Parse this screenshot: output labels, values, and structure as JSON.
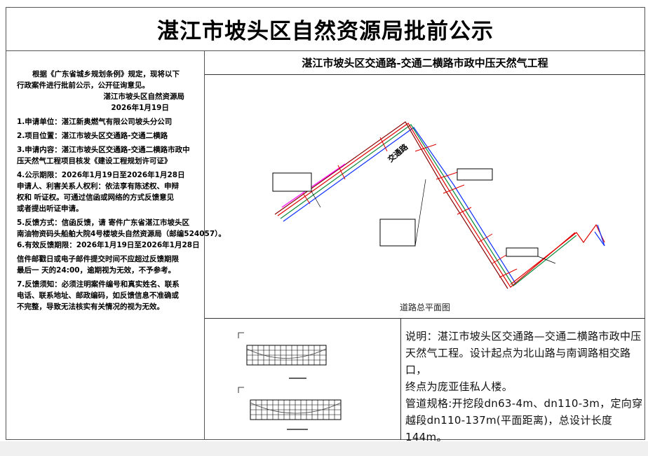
{
  "title": "湛江市坡头区自然资源局批前公示",
  "notice": {
    "intro_1": "根据《广东省城乡规划条例》规定，现将以下",
    "intro_2": "行政案件进行批前公示，公开征询意见。",
    "issuer": "湛江市坡头区自然资源局",
    "date": "2026年1月19日",
    "item1": "1.申请单位：湛江新奥燃气有限公司坡头分公司",
    "item2": "2.项目位置：湛江市坡头区交通路-交通二横路",
    "item3_1": "3.申请内容：湛江市坡头区交通路-交通二横路市政中",
    "item3_2": "压天然气工程项目核发《建设工程规划许可证》",
    "item4_1": "4.公示期限：2026年1月19日至2026年1月28日",
    "item4_2": "申请人、利害关系人权利：依法享有陈述权、申辩",
    "item4_3": "权和 听证权。可通过信函或网络的方式反馈意见",
    "item4_4": "或者提出听证申请。",
    "item5_1": "5.反馈方式：信函反馈，请 寄件广东省湛江市坡头区",
    "item5_2": "南油物资码头船舶大院4号楼坡头自然资源局（邮编524057）。",
    "item6_1": "6.有效反馈期限：2026年1月19日至2026年1月28日",
    "item6_2": "信件邮戳日或电子邮件提交时间不应超过反馈期限",
    "item6_3": "最后一 天的24:00，逾期视为无效，不予参考。",
    "item7_1": "7.反馈须知：必须注明案件编号和真实姓名、联系",
    "item7_2": "电话、联系地址、邮政编码，如反馈信息不准确或",
    "item7_3": "不完整，导致无法核实有关情况的视为无效。"
  },
  "plan": {
    "title": "湛江市坡头区交通路-交通二横路市政中压天然气工程",
    "road_label": "交通路",
    "caption": "道路总平面图"
  },
  "description": {
    "line1": "说明：湛江市坡头区交通路—交通二横路市政中压",
    "line2": "天然气工程。设计起点为北山路与南调路相交路口，",
    "line3": "终点为庞亚佳私人楼。",
    "line4": "管道规格:开挖段dn63-4m、dn110-3m，定向穿",
    "line5": "越段dn110-137m(平面距离)，总设计长度",
    "line6": "144m。"
  },
  "colors": {
    "red": "#e00000",
    "green": "#0a8a3a",
    "blue": "#1030ff",
    "darkred": "#8b0000",
    "magenta": "#ff00ff"
  }
}
